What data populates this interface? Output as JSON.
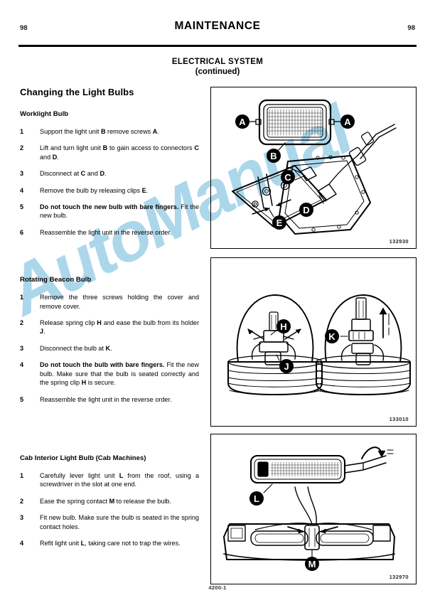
{
  "page": {
    "folio_left": "98",
    "folio_right": "98",
    "doc_title": "MAINTENANCE",
    "footer": "4200-1",
    "watermark": "AutoManual",
    "watermark_color": "#a6d4ea"
  },
  "section": {
    "title_line1": "ELECTRICAL SYSTEM",
    "title_line2": "(continued)"
  },
  "content": {
    "heading": "Changing the Light Bulbs",
    "blocks": [
      {
        "title": "Worklight Bulb",
        "steps": [
          {
            "num": "1",
            "html": "Support the light unit <b>B</b> remove screws <b>A</b>."
          },
          {
            "num": "2",
            "html": "Lift and turn light unit <b>B</b> to gain access to connectors <b>C</b> and <b>D</b>."
          },
          {
            "num": "3",
            "html": "Disconnect at <b>C</b> and <b>D</b>."
          },
          {
            "num": "4",
            "html": "Remove the bulb by releasing clips <b>E</b>."
          },
          {
            "num": "5",
            "html": "<b>Do not touch the new bulb with bare fingers.</b> Fit the new bulb."
          },
          {
            "num": "6",
            "html": "Reassemble the light unit in the reverse order."
          }
        ]
      },
      {
        "title": "Rotating Beacon Bulb",
        "steps": [
          {
            "num": "1",
            "html": "Remove the three screws holding the cover and remove cover."
          },
          {
            "num": "2",
            "html": "Release spring clip <b>H</b> and ease the bulb from its holder <b>J</b>."
          },
          {
            "num": "3",
            "html": "Disconnect the bulb at <b>K</b>."
          },
          {
            "num": "4",
            "html": "<b>Do not touch the bulb with bare fingers.</b> Fit the new bulb. Make sure that the bulb is seated correctly and the spring clip <b>H</b> is secure."
          },
          {
            "num": "5",
            "html": "Reassemble the light unit in the reverse order."
          }
        ]
      },
      {
        "title": "Cab Interior Light Bulb (Cab Machines)",
        "steps": [
          {
            "num": "1",
            "html": "Carefully lever light unit <b>L</b> from the roof, using a screwdriver in the slot at one end."
          },
          {
            "num": "2",
            "html": "Ease the spring contact <b>M</b> to release the bulb."
          },
          {
            "num": "3",
            "html": "Fit new bulb. Make sure the bulb is seated in the spring contact holes."
          },
          {
            "num": "4",
            "html": "Refit light unit <b>L</b>, taking care not to trap the wires."
          }
        ]
      }
    ]
  },
  "figures": [
    {
      "id": "132930",
      "caption_callouts": [
        "A",
        "A",
        "B",
        "C",
        "D",
        "E"
      ],
      "subject": "worklight-assembly-exploded"
    },
    {
      "id": "133010",
      "caption_callouts": [
        "H",
        "J",
        "K"
      ],
      "subject": "rotating-beacon-bulb-pair"
    },
    {
      "id": "132970",
      "caption_callouts": [
        "L",
        "M"
      ],
      "subject": "cab-interior-light-unit"
    }
  ]
}
